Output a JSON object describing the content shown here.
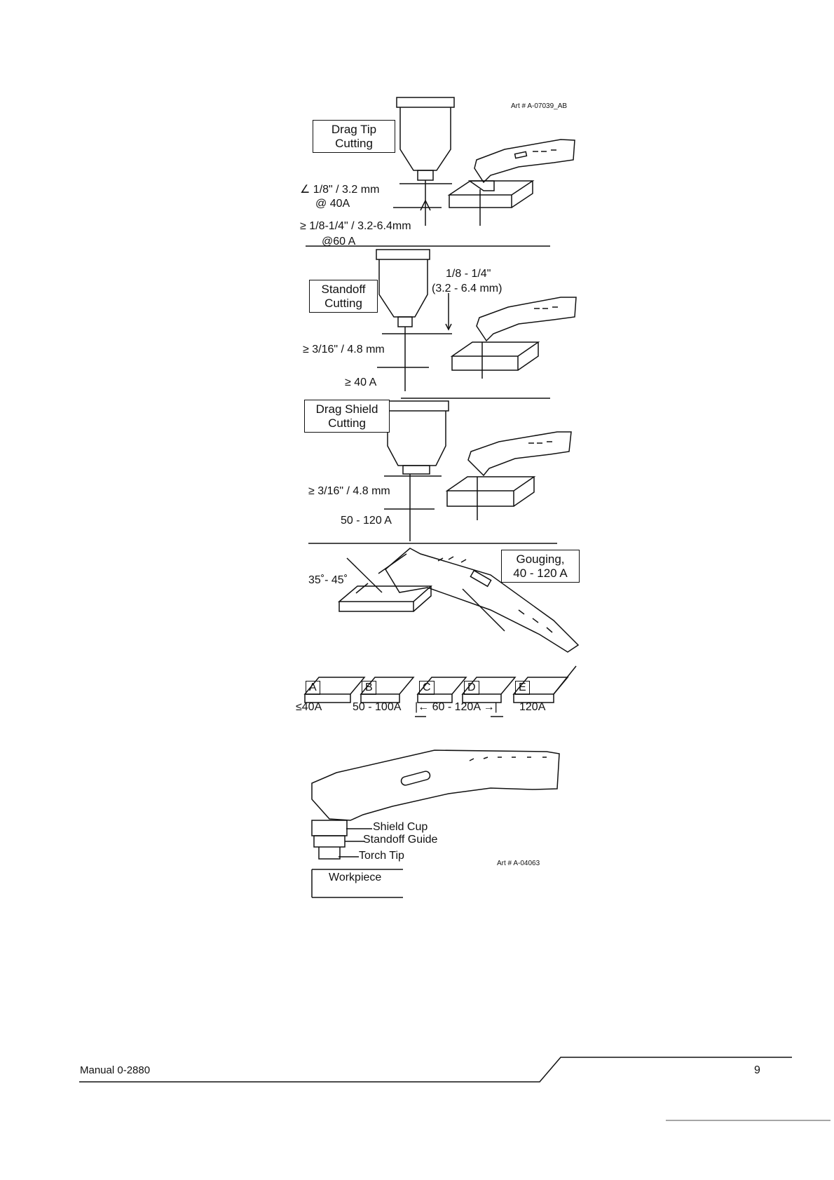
{
  "art_ids": {
    "top": "Art # A-07039_AB",
    "bottom": "Art # A-04063"
  },
  "drag_tip": {
    "box_line1": "Drag Tip",
    "box_line2": "Cutting",
    "spec1_line1": "1/8\" / 3.2 mm",
    "spec1_line2": "@ 40A",
    "spec2_line1": "1/8-1/4\" / 3.2-6.4mm",
    "spec2_line2": "@60 A"
  },
  "standoff": {
    "box_line1": "Standoff",
    "box_line2": "Cutting",
    "dist_line1": "1/8 - 1/4\"",
    "dist_line2": "(3.2 - 6.4 mm)",
    "spec1": "3/16\" / 4.8 mm",
    "spec2": "40 A"
  },
  "drag_shield": {
    "box_line1": "Drag Shield",
    "box_line2": "Cutting",
    "spec1": "3/16\" / 4.8 mm",
    "spec2": "50 - 120 A"
  },
  "gouging": {
    "box_line1": "Gouging,",
    "box_line2": "40 - 120 A",
    "angle": "35˚- 45˚"
  },
  "gouge_profiles": {
    "letters": [
      "A",
      "B",
      "C",
      "D",
      "E"
    ],
    "ranges": [
      "40A",
      "50 - 100A",
      "60 - 120A",
      "120A"
    ]
  },
  "parts": {
    "shield_cup": "Shield Cup",
    "standoff_guide": "Standoff Guide",
    "torch_tip": "Torch Tip",
    "workpiece": "Workpiece"
  },
  "footer": {
    "manual": "Manual 0-2880",
    "page": "9"
  }
}
